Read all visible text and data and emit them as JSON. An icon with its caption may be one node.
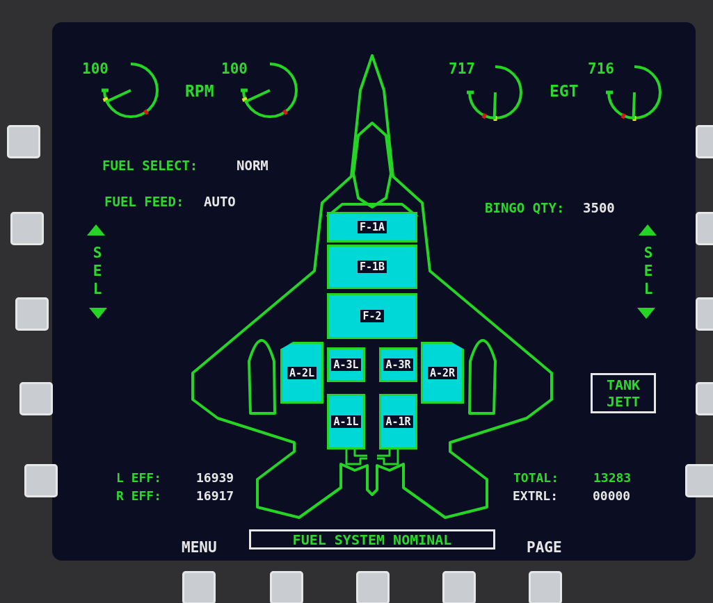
{
  "diagram": {
    "nodes": [
      {
        "text": [
          "F-1A"
        ]
      },
      {
        "text": [
          "F-1B"
        ]
      },
      {
        "text": [
          "F-2"
        ]
      },
      {
        "text": [
          "A-2L"
        ]
      },
      {
        "text": [
          "A-3L"
        ]
      },
      {
        "text": [
          "A-3R"
        ]
      },
      {
        "text": [
          "A-2R"
        ]
      },
      {
        "text": [
          "TANK JETT"
        ]
      },
      {
        "text": [
          "A-1L"
        ]
      },
      {
        "text": [
          "A-1R"
        ]
      },
      {
        "text": [
          "FUEL SYSTEM NOMINAL"
        ]
      }
    ],
    "labels": [
      "100",
      "RPM",
      "100",
      "717",
      "EGT",
      "716",
      "FUEL SELECT:",
      "NORM",
      "FUEL FEED:",
      "AUTO",
      "BINGO QTY:",
      "3500",
      "SEL",
      "SEL",
      "L EFF:",
      "16939",
      "TOTAL:",
      "13283",
      "R EFF:",
      "16917",
      "EXTRL:",
      "00000",
      "MENU",
      "PAGE"
    ]
  }
}
